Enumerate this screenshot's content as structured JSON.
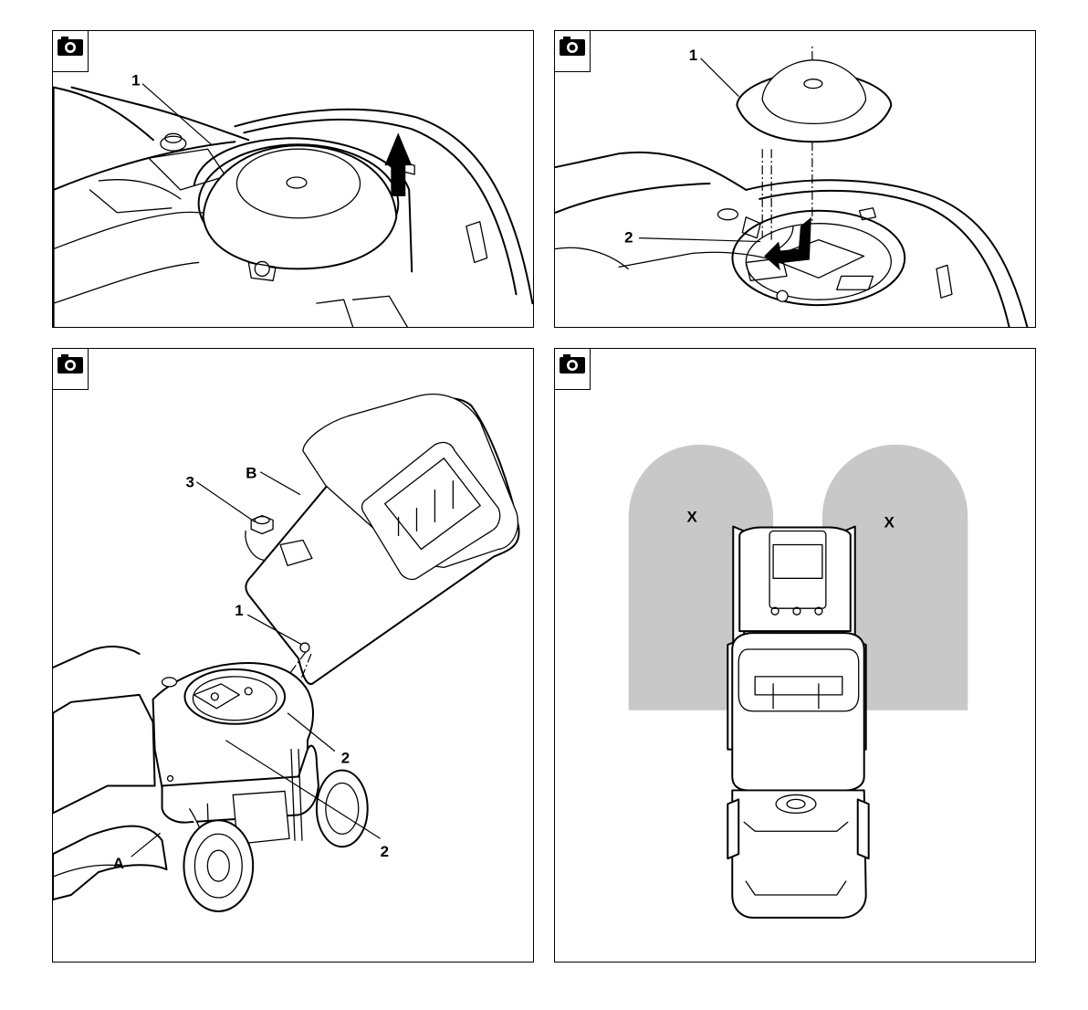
{
  "panels": [
    {
      "id": "panel-1",
      "icon": "camera-icon",
      "labels": {
        "l1": "1"
      }
    },
    {
      "id": "panel-2",
      "icon": "camera-icon",
      "labels": {
        "l1": "1",
        "l2": "2"
      }
    },
    {
      "id": "panel-3",
      "icon": "camera-icon",
      "labels": {
        "l1": "1",
        "l2a": "2",
        "l2b": "2",
        "l3": "3",
        "lA": "A",
        "lB": "B"
      }
    },
    {
      "id": "panel-4",
      "icon": "camera-icon",
      "labels": {
        "x1": "X",
        "x2": "X"
      }
    }
  ],
  "colors": {
    "border": "#000000",
    "zone_fill": "#c8c8c8",
    "background": "#ffffff"
  }
}
